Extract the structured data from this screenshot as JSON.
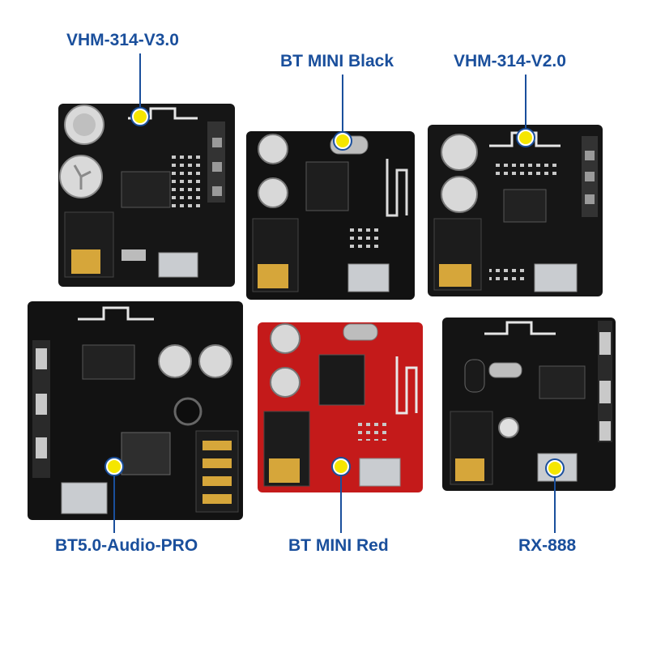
{
  "labels": {
    "vhm_v3": "VHM-314-V3.0",
    "bt_mini_black": "BT MINI Black",
    "vhm_v2": "VHM-314-V2.0",
    "bt50_pro": "BT5.0-Audio-PRO",
    "bt_mini_red": "BT MINI Red",
    "rx888": "RX-888"
  },
  "colors": {
    "label": "#1a4f9c",
    "dot": "#f5e600",
    "pcb_black": "#141414",
    "pcb_red": "#c41a1a",
    "usb_metal": "#c9ccd0",
    "jack_gold": "#d6a63a"
  }
}
